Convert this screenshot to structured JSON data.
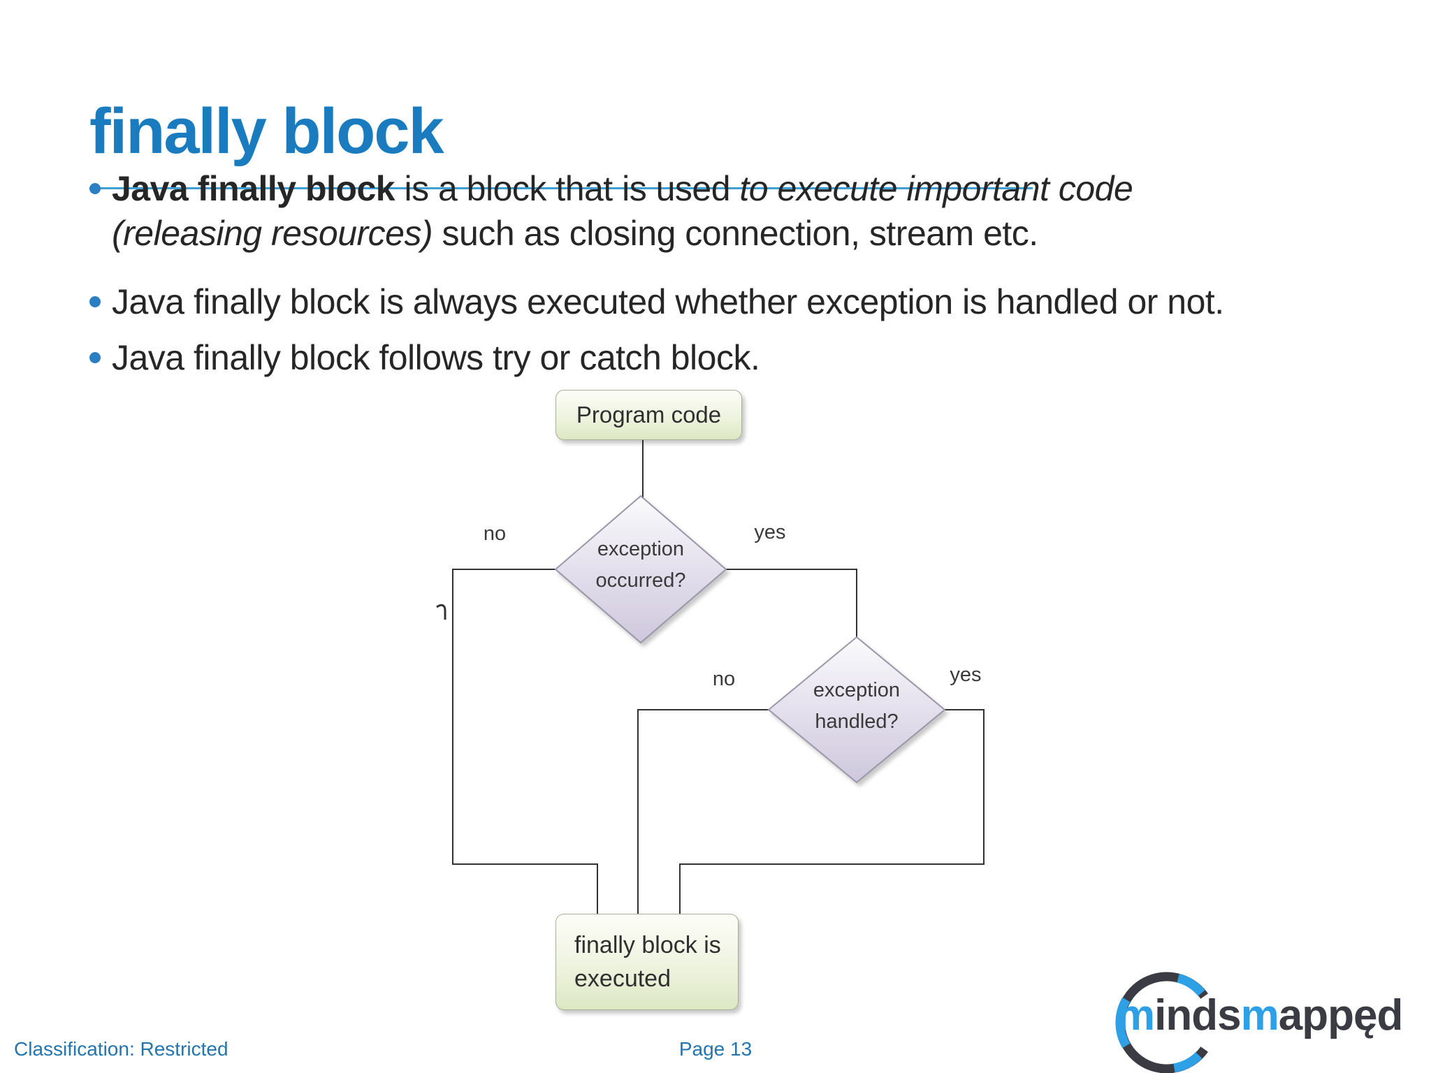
{
  "slide": {
    "title": "finally block",
    "bullets": [
      {
        "lines": [
          {
            "segments": [
              {
                "text": "Java finally block",
                "style": "bold"
              },
              {
                "text": " is a block that is used ",
                "style": "normal"
              },
              {
                "text": "to execute important code",
                "style": "italic"
              }
            ]
          },
          {
            "segments": [
              {
                "text": "(releasing resources)",
                "style": "italic"
              },
              {
                "text": " such as closing connection, stream etc.",
                "style": "normal"
              }
            ]
          }
        ]
      },
      {
        "lines": [
          {
            "segments": [
              {
                "text": "Java finally block is always executed whether exception is handled or not.",
                "style": "normal"
              }
            ]
          }
        ]
      },
      {
        "lines": [
          {
            "segments": [
              {
                "text": "Java finally block follows try or catch block.",
                "style": "normal"
              }
            ]
          }
        ]
      }
    ]
  },
  "diagram": {
    "type": "flowchart",
    "nodes": [
      {
        "id": "program-code",
        "type": "process",
        "label": "Program code"
      },
      {
        "id": "exception-occurred",
        "type": "decision",
        "label": "exception occurred?",
        "line1": "exception",
        "line2": "occurred?"
      },
      {
        "id": "exception-handled",
        "type": "decision",
        "label": "exception handled?",
        "line1": "exception",
        "line2": "handled?"
      },
      {
        "id": "finally-executed",
        "type": "process",
        "label": "finally block is executed",
        "line1": "finally block is",
        "line2": "executed"
      }
    ],
    "edges": [
      {
        "from": "program-code",
        "to": "exception-occurred",
        "label": ""
      },
      {
        "from": "exception-occurred",
        "to": "finally-executed",
        "label": "no"
      },
      {
        "from": "exception-occurred",
        "to": "exception-handled",
        "label": "yes"
      },
      {
        "from": "exception-handled",
        "to": "finally-executed",
        "label": "no"
      },
      {
        "from": "exception-handled",
        "to": "finally-executed",
        "label": "yes"
      }
    ],
    "edge_labels": {
      "occurred_no": "no",
      "occurred_yes": "yes",
      "handled_no": "no",
      "handled_yes": "yes"
    },
    "stray_mark": "ɿ"
  },
  "footer": {
    "classification": "Classification: Restricted",
    "page": "Page 13"
  },
  "logo": {
    "text": "mindsmapped",
    "parts": [
      "m",
      "inds",
      "m",
      "appęd"
    ]
  },
  "colors": {
    "title_blue": "#1a7cbe",
    "rule_blue": "#3f9fd4",
    "bullet_dot_blue": "#2b7fc0",
    "body_text": "#262626",
    "footer_blue": "#2474ad",
    "logo_blue": "#2ea0e6",
    "logo_dark": "#3b3b43",
    "process_box_green": "#dce8c3",
    "decision_diamond_purple": "#cfc8dd",
    "connector_line": "#333333"
  }
}
